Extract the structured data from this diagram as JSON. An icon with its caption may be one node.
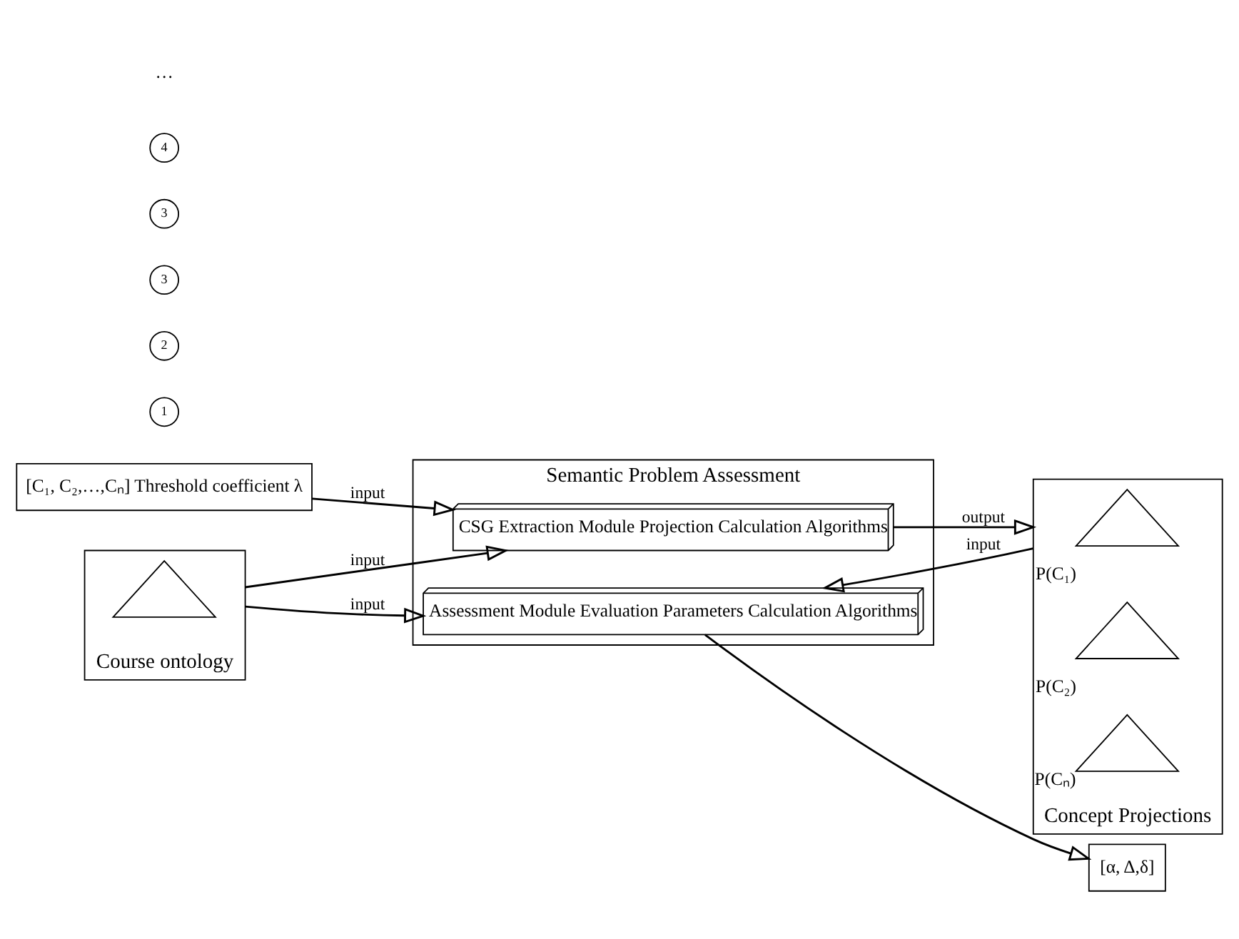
{
  "diagram": {
    "nodes": [
      {
        "text": [
          "[C₁, C₂,…,Cₙ] Threshold coefficient λ"
        ]
      },
      {
        "text": [
          "Semantic Problem Assessment"
        ]
      },
      {
        "text": [
          "CSG Extraction Module Projection Calculation Algorithms"
        ],
        "in": 1
      },
      {
        "text": [
          "Assessment Module Evaluation Parameters Calculation Algorithms"
        ],
        "in": 1
      },
      {
        "text": [
          "Course ontology"
        ]
      },
      {
        "text": [],
        "shape": "picture",
        "in": 4
      },
      {
        "text": [
          "Concept Projections"
        ]
      },
      {
        "text": [],
        "shape": "picture",
        "in": 6,
        "beside": [
          "P(C₁)"
        ]
      },
      {
        "text": [],
        "shape": "picture",
        "in": 6,
        "beside": [
          "P(C₂)"
        ]
      },
      {
        "text": [],
        "shape": "picture",
        "in": 6,
        "beside": [
          "P(Cₙ)"
        ]
      },
      {
        "text": [
          "[α, Δ,δ]"
        ]
      },
      {
        "text": [
          "1"
        ]
      },
      {
        "text": [
          "2"
        ]
      },
      {
        "text": [
          "3"
        ]
      },
      {
        "text": [
          "3"
        ]
      },
      {
        "text": [
          "4"
        ]
      }
    ],
    "edges": [
      {
        "from": 0,
        "to": 2,
        "arrow": "to",
        "label": "input"
      },
      {
        "from": 4,
        "to": 2,
        "arrow": "to",
        "label": "input"
      },
      {
        "from": 2,
        "to": 6,
        "arrow": "to",
        "label": "output"
      },
      {
        "from": 4,
        "to": 3,
        "arrow": "to",
        "label": "input"
      },
      {
        "from": 6,
        "to": 3,
        "arrow": "to",
        "label": "input"
      },
      {
        "from": 3,
        "to": 10,
        "arrow": "to"
      }
    ],
    "labels": [
      "…"
    ]
  }
}
